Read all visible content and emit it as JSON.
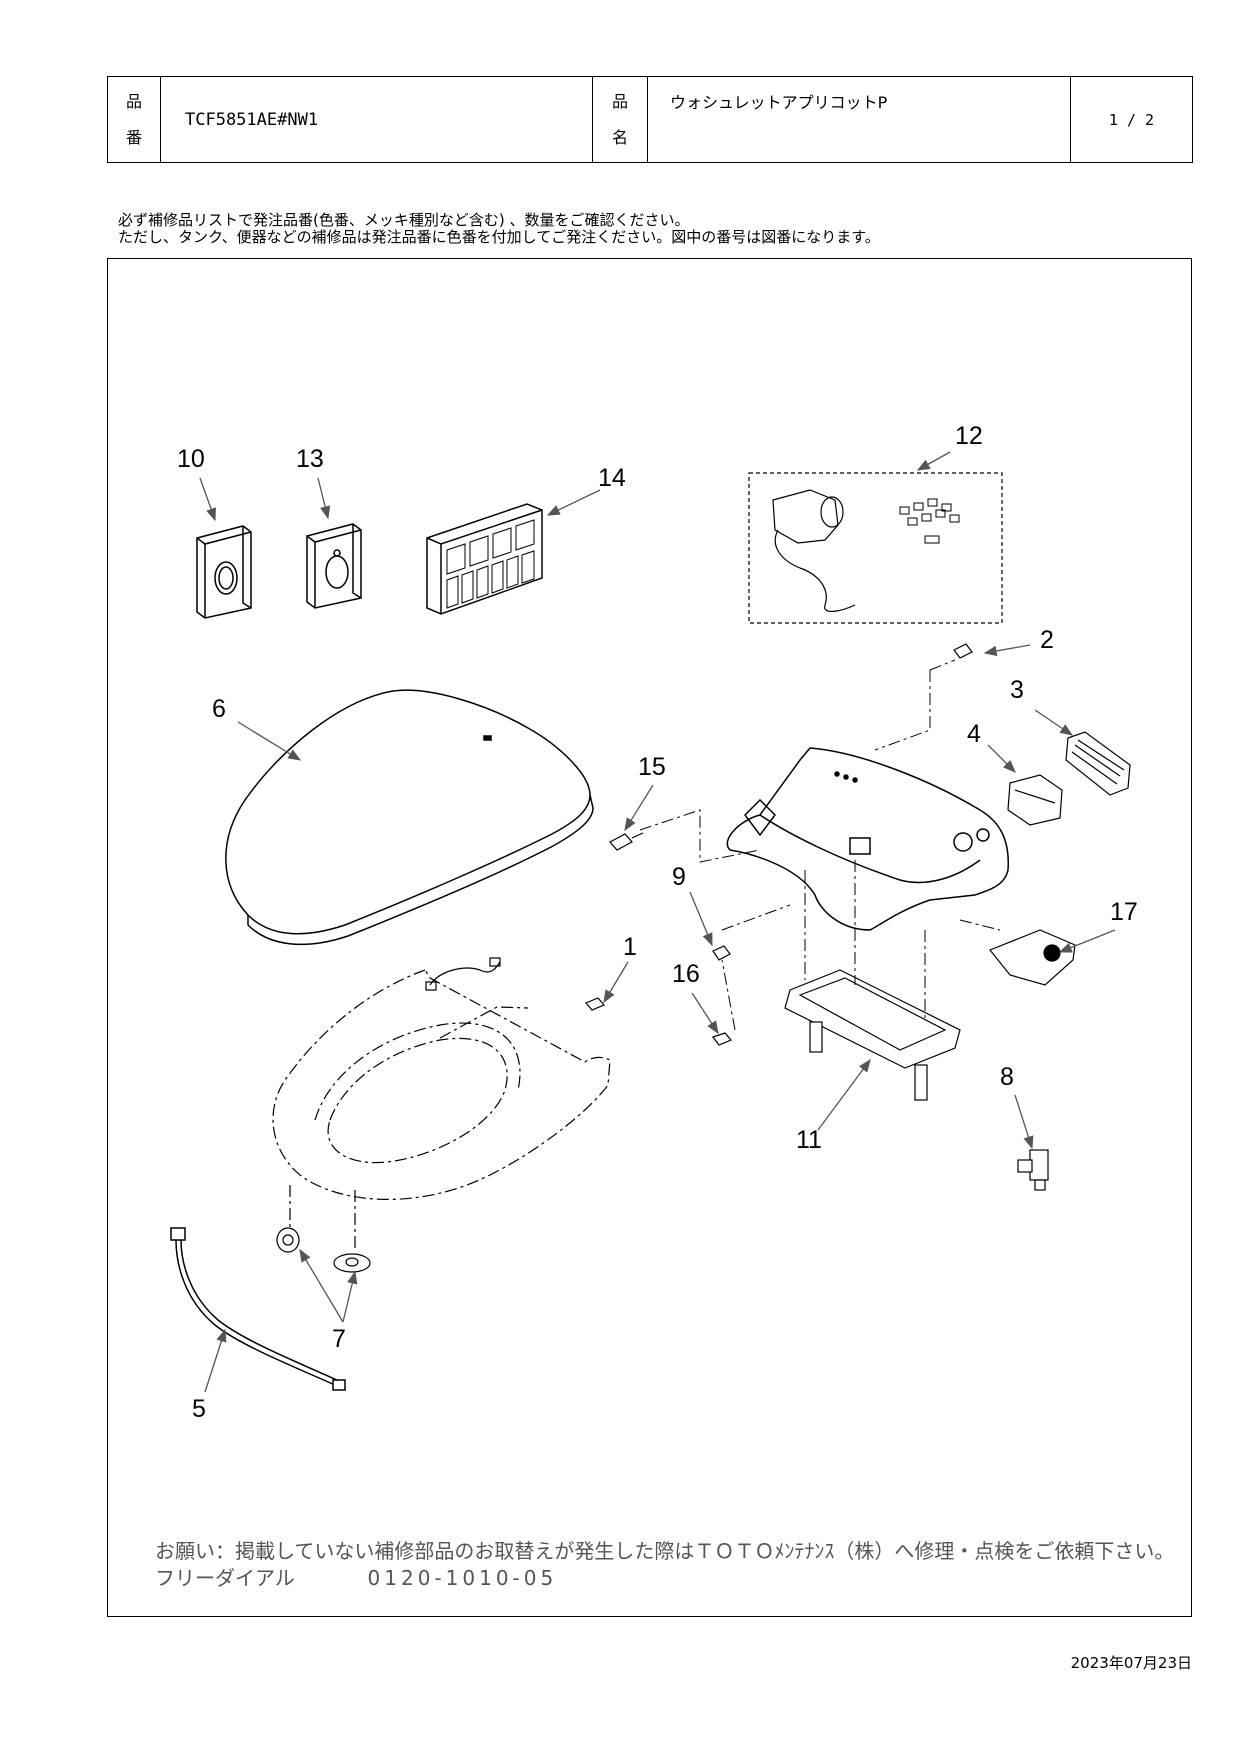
{
  "header": {
    "part_no_label_1": "品",
    "part_no_label_2": "番",
    "part_no": "TCF5851AE#NW1",
    "product_label_1": "品",
    "product_label_2": "名",
    "product_name": "ウォシュレットアプリコットP",
    "page": "1 / 2"
  },
  "notice": {
    "line1": "必ず補修品リストで発注品番(色番、メッキ種別など含む) 、数量をご確認ください。",
    "line2": "ただし、タンク、便器などの補修品は発注品番に色番を付加してご発注ください。図中の番号は図番になります。"
  },
  "callouts": [
    "1",
    "2",
    "3",
    "4",
    "5",
    "6",
    "7",
    "8",
    "9",
    "10",
    "11",
    "12",
    "13",
    "14",
    "15",
    "16",
    "17"
  ],
  "footer": {
    "request": "お願い：掲載していない補修部品のお取替えが発生した際はＴＯＴＯﾒﾝﾃﾅﾝｽ（株）へ修理・点検をご依頼下さい。",
    "freedial_label": "フリーダイアル",
    "freedial_number": "0120-1010-05"
  },
  "date": "2023年07月23日"
}
